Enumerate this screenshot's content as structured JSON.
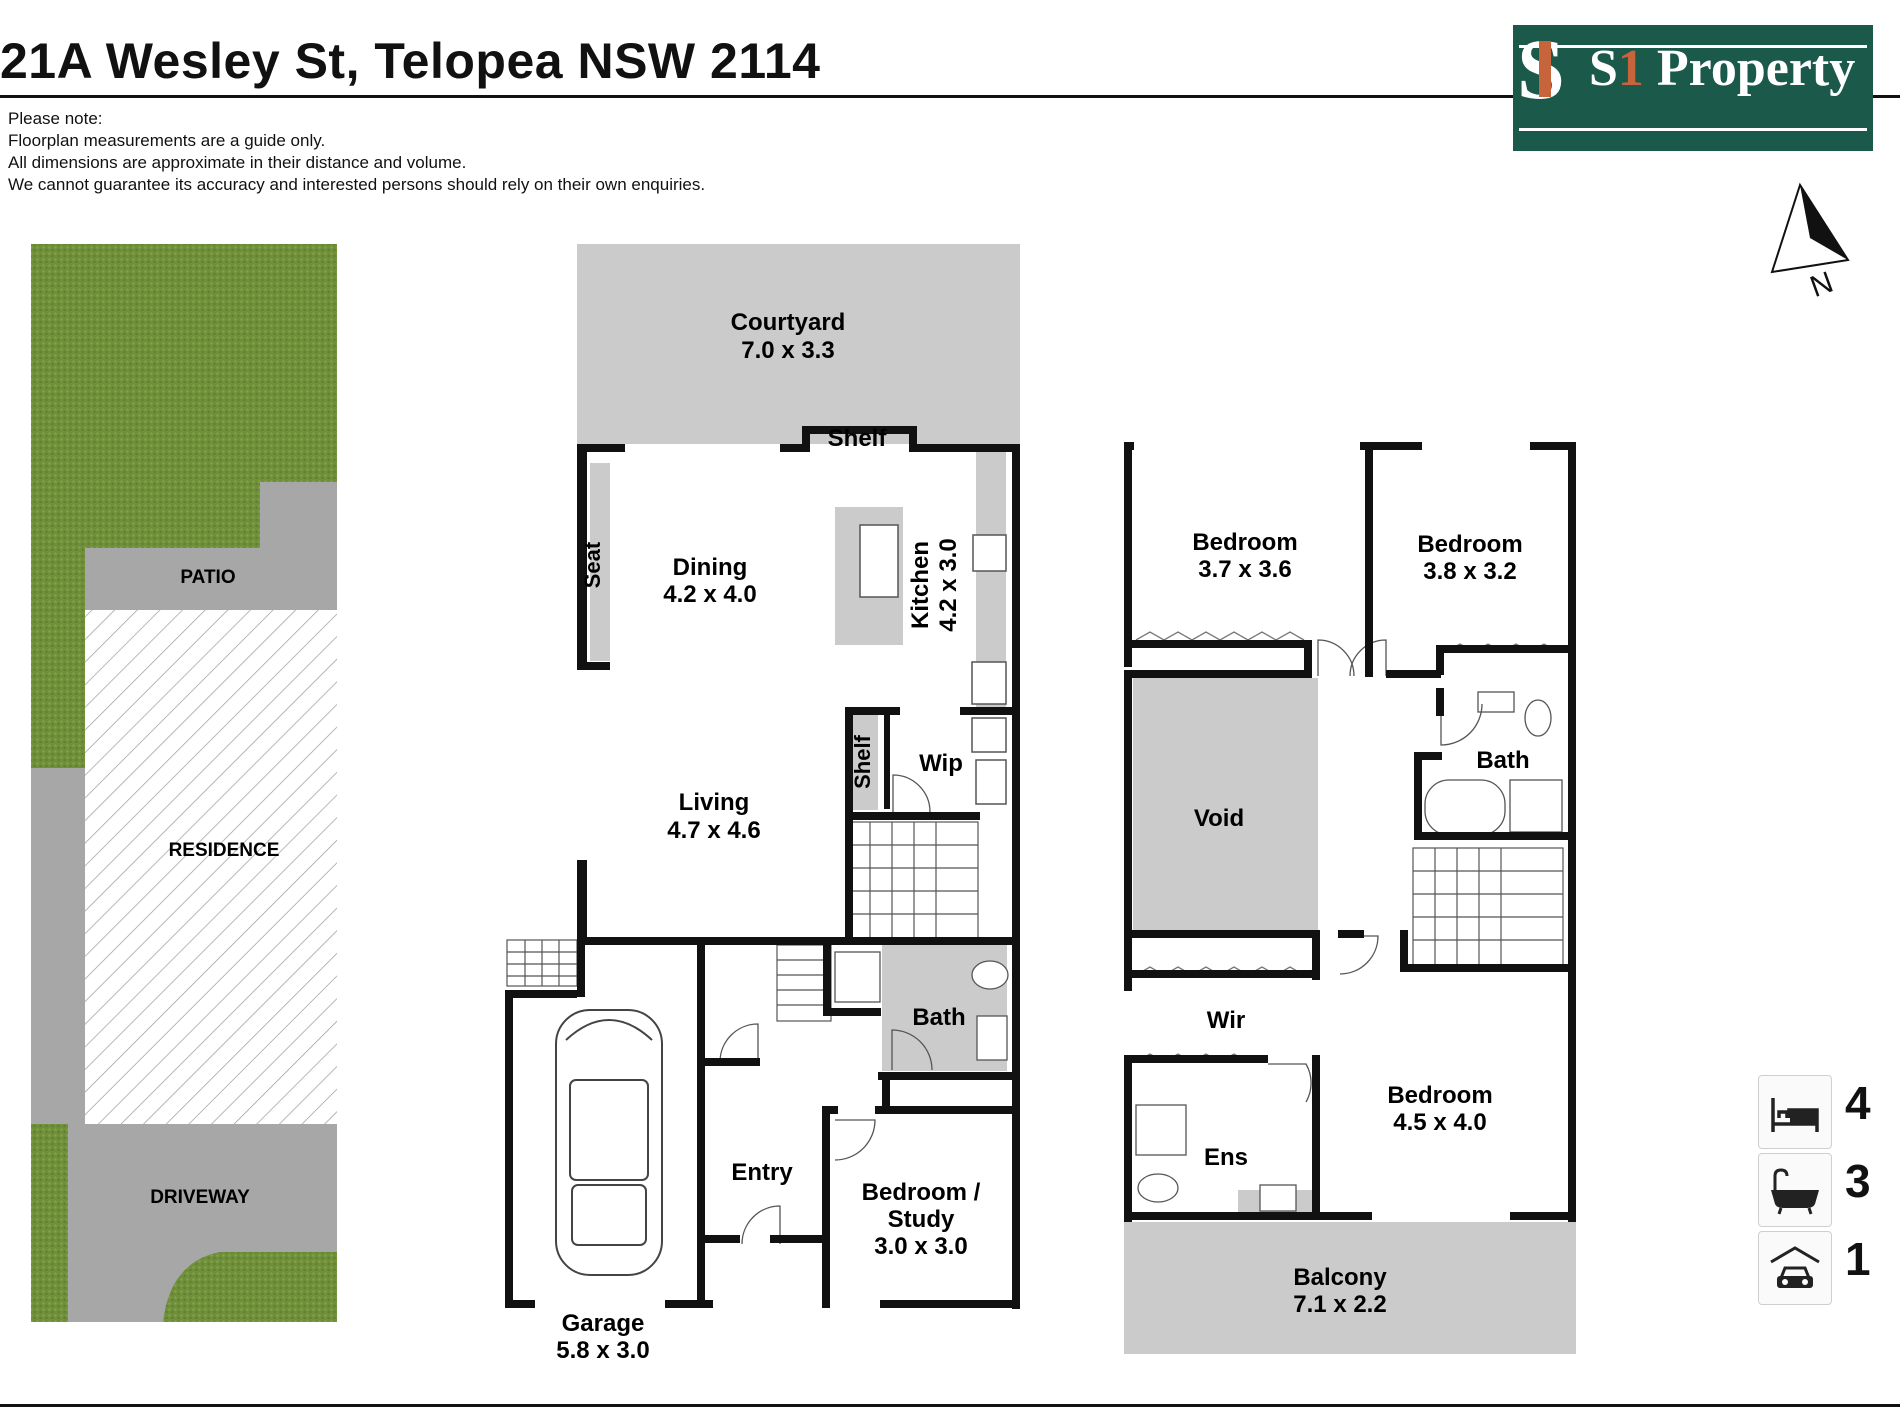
{
  "header": {
    "address": "21A Wesley St, Telopea NSW 2114"
  },
  "note": {
    "lines": [
      "Please note:",
      "Floorplan measurements are a guide only.",
      "All dimensions are approximate in their distance and volume.",
      "We cannot guarantee its accuracy and interested persons should rely on their own enquiries."
    ]
  },
  "logo": {
    "brand_s": "S",
    "brand_prefix": "S",
    "brand_one": "1",
    "brand_word": " Property"
  },
  "compass": {
    "label": "N"
  },
  "site": {
    "patio": "PATIO",
    "residence": "RESIDENCE",
    "driveway": "DRIVEWAY"
  },
  "ground": {
    "courtyard": {
      "name": "Courtyard",
      "size": "7.0 x 3.3"
    },
    "shelf_top": "Shelf",
    "seat": "Seat",
    "dining": {
      "name": "Dining",
      "size": "4.2 x 4.0"
    },
    "kitchen": {
      "name": "Kitchen",
      "size": "4.2 x 3.0"
    },
    "shelf_side": "Shelf",
    "wip": "Wip",
    "living": {
      "name": "Living",
      "size": "4.7 x 4.6"
    },
    "bath": "Bath",
    "entry": "Entry",
    "bedroom_study": {
      "line1": "Bedroom /",
      "line2": "Study",
      "size": "3.0 x 3.0"
    },
    "garage": {
      "name": "Garage",
      "size": "5.8 x 3.0"
    }
  },
  "upper": {
    "bedroom1": {
      "name": "Bedroom",
      "size": "3.7 x 3.6"
    },
    "bedroom2": {
      "name": "Bedroom",
      "size": "3.8 x 3.2"
    },
    "void": "Void",
    "bath": "Bath",
    "wir": "Wir",
    "bedroom3": {
      "name": "Bedroom",
      "size": "4.5 x 4.0"
    },
    "ens": "Ens",
    "balcony": {
      "name": "Balcony",
      "size": "7.1 x 2.2"
    }
  },
  "features": {
    "bedrooms": "4",
    "bathrooms": "3",
    "garage": "1"
  }
}
